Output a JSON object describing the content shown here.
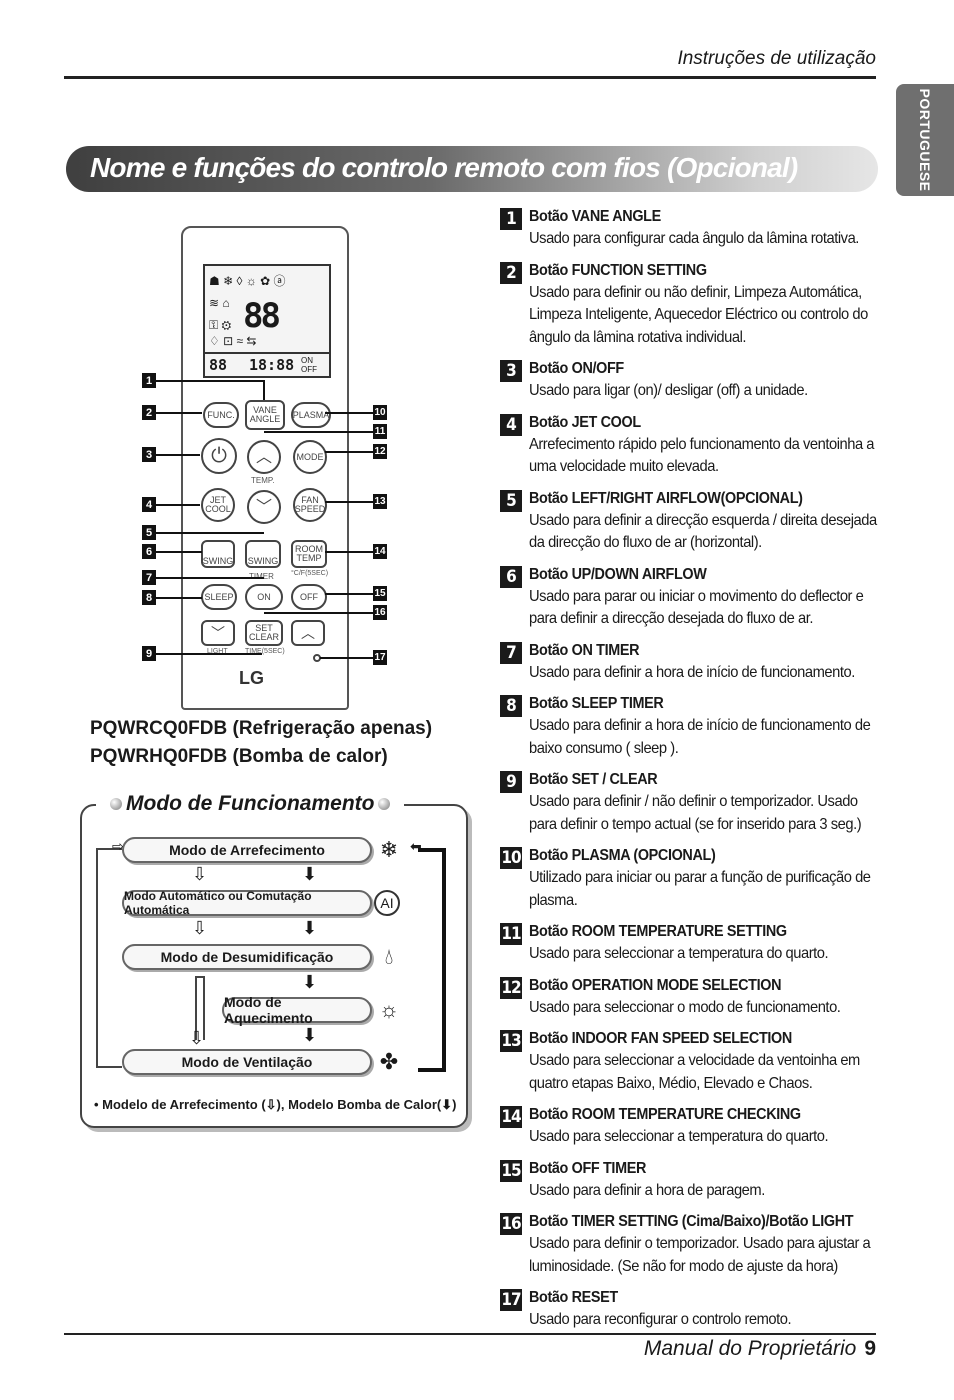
{
  "header": {
    "section": "Instruções de utilização",
    "side_tab": "PORTUGUESE"
  },
  "title": "Nome e funções do controlo remoto com fios (Opcional)",
  "remote": {
    "buttons": {
      "func": "FUNC.",
      "vane": "VANE ANGLE",
      "plasma": "PLASMA",
      "mode": "MODE",
      "temp": "TEMP.",
      "jet": "JET COOL",
      "fan": "FAN SPEED",
      "swing": "SWING",
      "room": "ROOM TEMP",
      "unit": "°C/F(5SEC)",
      "timer": "TIMER",
      "sleep": "SLEEP",
      "on": "ON",
      "off": "OFF",
      "set": "SET CLEAR",
      "light": "LIGHT",
      "time": "TIME(5SEC)"
    },
    "brand": "LG",
    "callouts": [
      "1",
      "2",
      "3",
      "4",
      "5",
      "6",
      "7",
      "8",
      "9",
      "10",
      "11",
      "12",
      "13",
      "14",
      "15",
      "16",
      "17"
    ]
  },
  "models": [
    "PQWRCQ0FDB (Refrigeração apenas)",
    "PQWRHQ0FDB (Bomba de calor)"
  ],
  "mode_section": {
    "title": "Modo de Funcionamento",
    "modes": [
      "Modo de Arrefecimento",
      "Modo Automático ou Comutação Automática",
      "Modo de Desumidificação",
      "Modo de Aquecimento",
      "Modo de Ventilação"
    ],
    "note": "• Modelo de Arrefecimento (⇩), Modelo Bomba de Calor(⬇)"
  },
  "items": [
    {
      "num": "1",
      "title": "Botão VANE ANGLE",
      "desc": "Usado para configurar cada ângulo da lâmina rotativa."
    },
    {
      "num": "2",
      "title": "Botão FUNCTION SETTING",
      "desc": "Usado para definir ou não definir, Limpeza Automática, Limpeza Inteligente, Aquecedor Eléctrico ou controlo do ângulo da lâmina rotativa individual."
    },
    {
      "num": "3",
      "title": "Botão ON/OFF",
      "desc": "Usado para ligar (on)/ desligar (off) a unidade."
    },
    {
      "num": "4",
      "title": "Botão JET COOL",
      "desc": "Arrefecimento rápido pelo funcionamento da ventoinha a uma velocidade muito elevada."
    },
    {
      "num": "5",
      "title": "Botão LEFT/RIGHT AIRFLOW(OPCIONAL)",
      "desc": "Usado para definir a direcção esquerda / direita desejada da direcção do fluxo de ar (horizontal)."
    },
    {
      "num": "6",
      "title": "Botão UP/DOWN AIRFLOW",
      "desc": "Usado para parar ou iniciar o movimento do deflector e para definir a direcção desejada do fluxo de ar."
    },
    {
      "num": "7",
      "title": "Botão ON TIMER",
      "desc": "Usado para definir a hora de início de funcionamento."
    },
    {
      "num": "8",
      "title": "Botão SLEEP TIMER",
      "desc": "Usado para definir a hora de início de funcionamento de baixo consumo ( sleep )."
    },
    {
      "num": "9",
      "title": "Botão SET / CLEAR",
      "desc": "Usado para definir / não definir o temporizador. Usado para definir o tempo actual (se for inserido para 3 seg.)"
    },
    {
      "num": "10",
      "title": "Botão PLASMA (OPCIONAL)",
      "desc": "Utilizado para iniciar ou parar a função de purificação de plasma."
    },
    {
      "num": "11",
      "title": "Botão ROOM TEMPERATURE SETTING",
      "desc": "Usado para seleccionar a temperatura do quarto."
    },
    {
      "num": "12",
      "title": "Botão OPERATION MODE SELECTION",
      "desc": "Usado para seleccionar o modo de funcionamento."
    },
    {
      "num": "13",
      "title": "Botão INDOOR FAN SPEED SELECTION",
      "desc": "Usado para seleccionar a velocidade da ventoinha em quatro etapas Baixo, Médio, Elevado e Chaos."
    },
    {
      "num": "14",
      "title": "Botão ROOM TEMPERATURE CHECKING",
      "desc": "Usado para seleccionar a temperatura do quarto."
    },
    {
      "num": "15",
      "title": "Botão OFF TIMER",
      "desc": "Usado para definir a hora de paragem."
    },
    {
      "num": "16",
      "title": "Botão TIMER SETTING (Cima/Baixo)/Botão LIGHT",
      "desc": "Usado para definir o temporizador. Usado para ajustar a luminosidade. (Se não for modo de ajuste da hora)"
    },
    {
      "num": "17",
      "title": "Botão RESET",
      "desc": "Usado para reconfigurar o controlo remoto."
    }
  ],
  "footer": {
    "text": "Manual do Proprietário",
    "page": "9"
  }
}
